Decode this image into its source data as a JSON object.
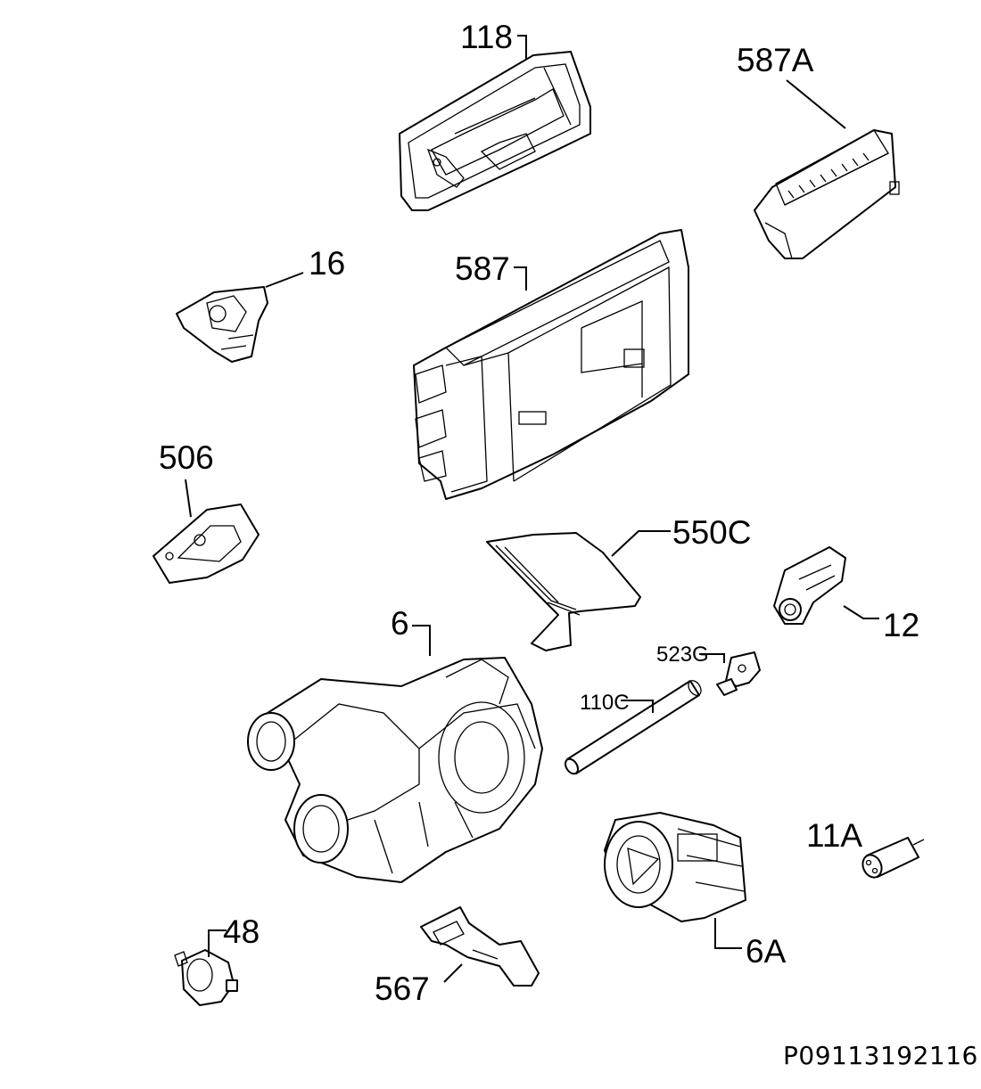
{
  "labels": {
    "p118": "118",
    "p587A": "587A",
    "p16": "16",
    "p587": "587",
    "p506": "506",
    "p550C": "550C",
    "p12": "12",
    "p6": "6",
    "p523G": "523G",
    "p110C": "110C",
    "p11A": "11A",
    "p48": "48",
    "p567": "567",
    "p6A": "6A"
  },
  "drawing_code": "P09113192116"
}
